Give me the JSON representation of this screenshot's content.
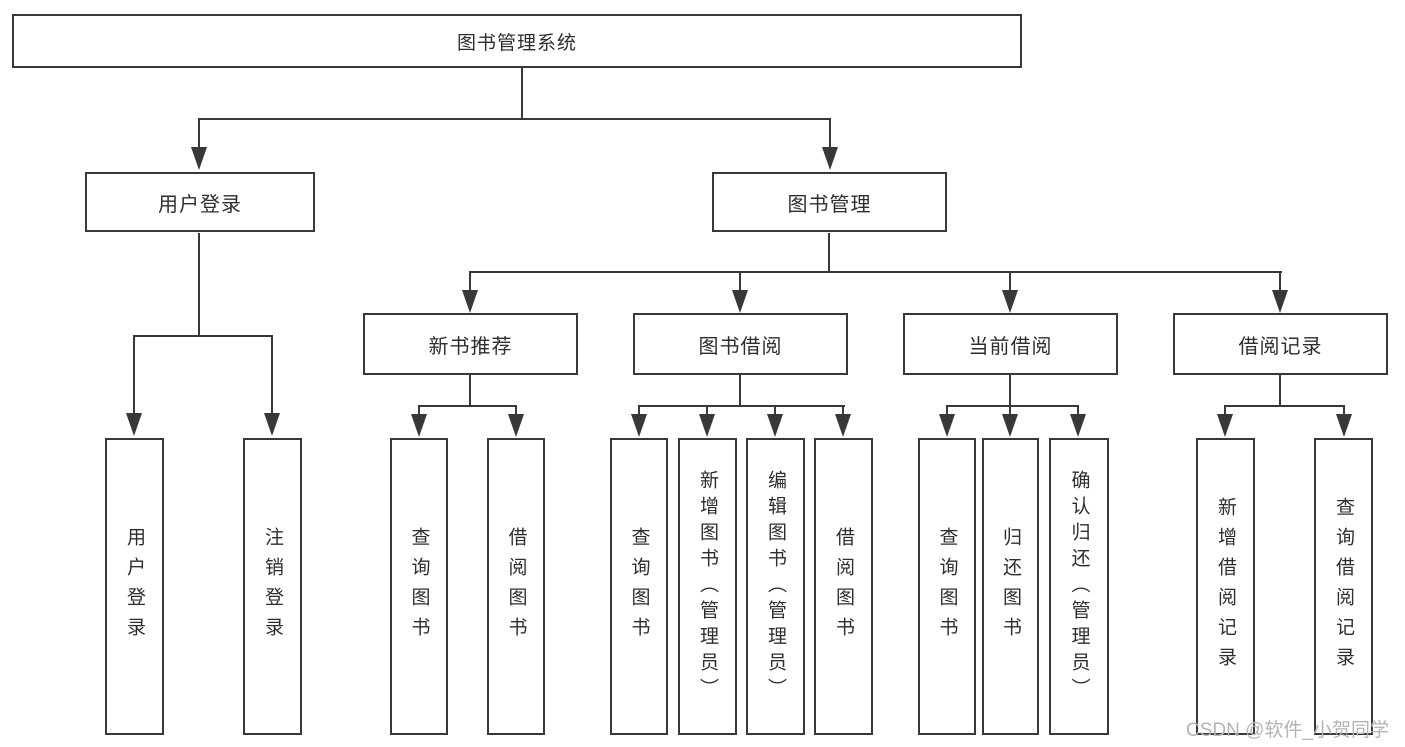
{
  "tree": {
    "root": {
      "label": "图书管理系统"
    },
    "branches": [
      {
        "label": "用户登录",
        "children": [
          {
            "label": "用户登录"
          },
          {
            "label": "注销登录"
          }
        ]
      },
      {
        "label": "图书管理",
        "children": [
          {
            "label": "新书推荐",
            "children": [
              {
                "label": "查询图书"
              },
              {
                "label": "借阅图书"
              }
            ]
          },
          {
            "label": "图书借阅",
            "children": [
              {
                "label": "查询图书"
              },
              {
                "label": "新增图书（管理员）"
              },
              {
                "label": "编辑图书（管理员）"
              },
              {
                "label": "借阅图书"
              }
            ]
          },
          {
            "label": "当前借阅",
            "children": [
              {
                "label": "查询图书"
              },
              {
                "label": "归还图书"
              },
              {
                "label": "确认归还（管理员）"
              }
            ]
          },
          {
            "label": "借阅记录",
            "children": [
              {
                "label": "新增借阅记录"
              },
              {
                "label": "查询借阅记录"
              }
            ]
          }
        ]
      }
    ]
  },
  "watermark": {
    "text": "CSDN @软件_小贺同学"
  },
  "colors": {
    "line": "#383838",
    "text": "#2e2e2e",
    "background": "#ffffff",
    "watermark": "#b4b4b4"
  }
}
